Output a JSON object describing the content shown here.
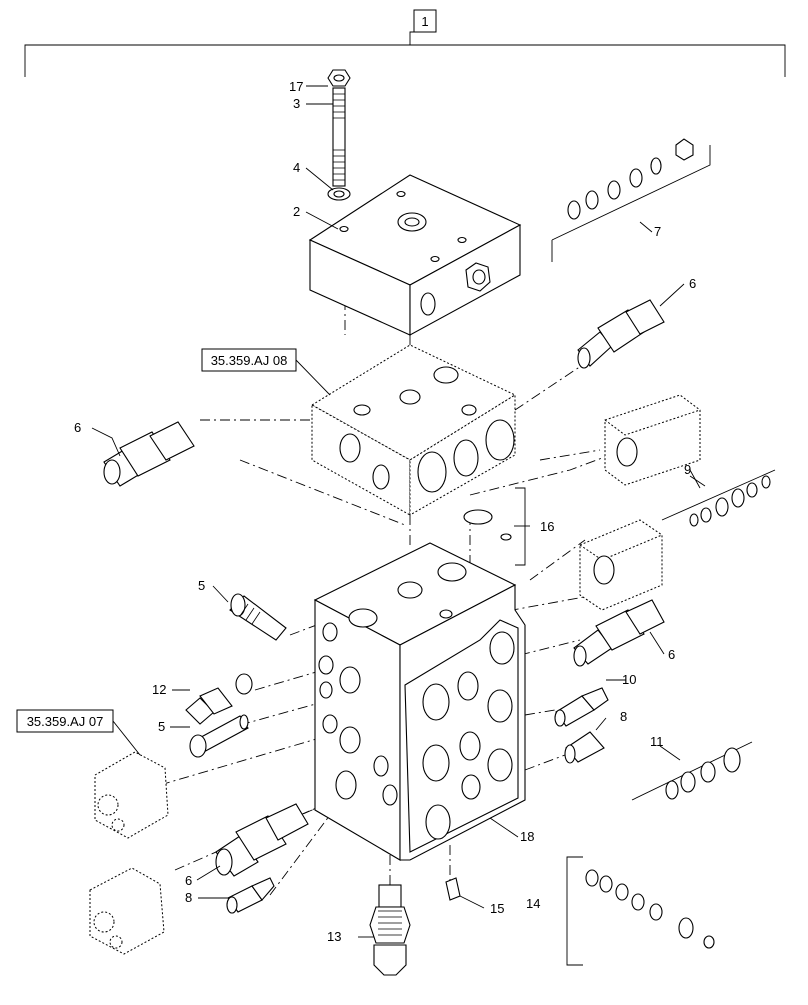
{
  "callouts": {
    "assembly": "1",
    "ref_top": "35.359.AJ 08",
    "ref_bottom": "35.359.AJ 07"
  },
  "labels": {
    "l17": "17",
    "l3": "3",
    "l4": "4",
    "l2": "2",
    "l7": "7",
    "l6a": "6",
    "l6b": "6",
    "l6c": "6",
    "l6d": "6",
    "l9": "9",
    "l16": "16",
    "l5a": "5",
    "l5b": "5",
    "l12": "12",
    "l10": "10",
    "l8a": "8",
    "l8b": "8",
    "l11": "11",
    "l18": "18",
    "l13": "13",
    "l15": "15",
    "l14": "14"
  }
}
